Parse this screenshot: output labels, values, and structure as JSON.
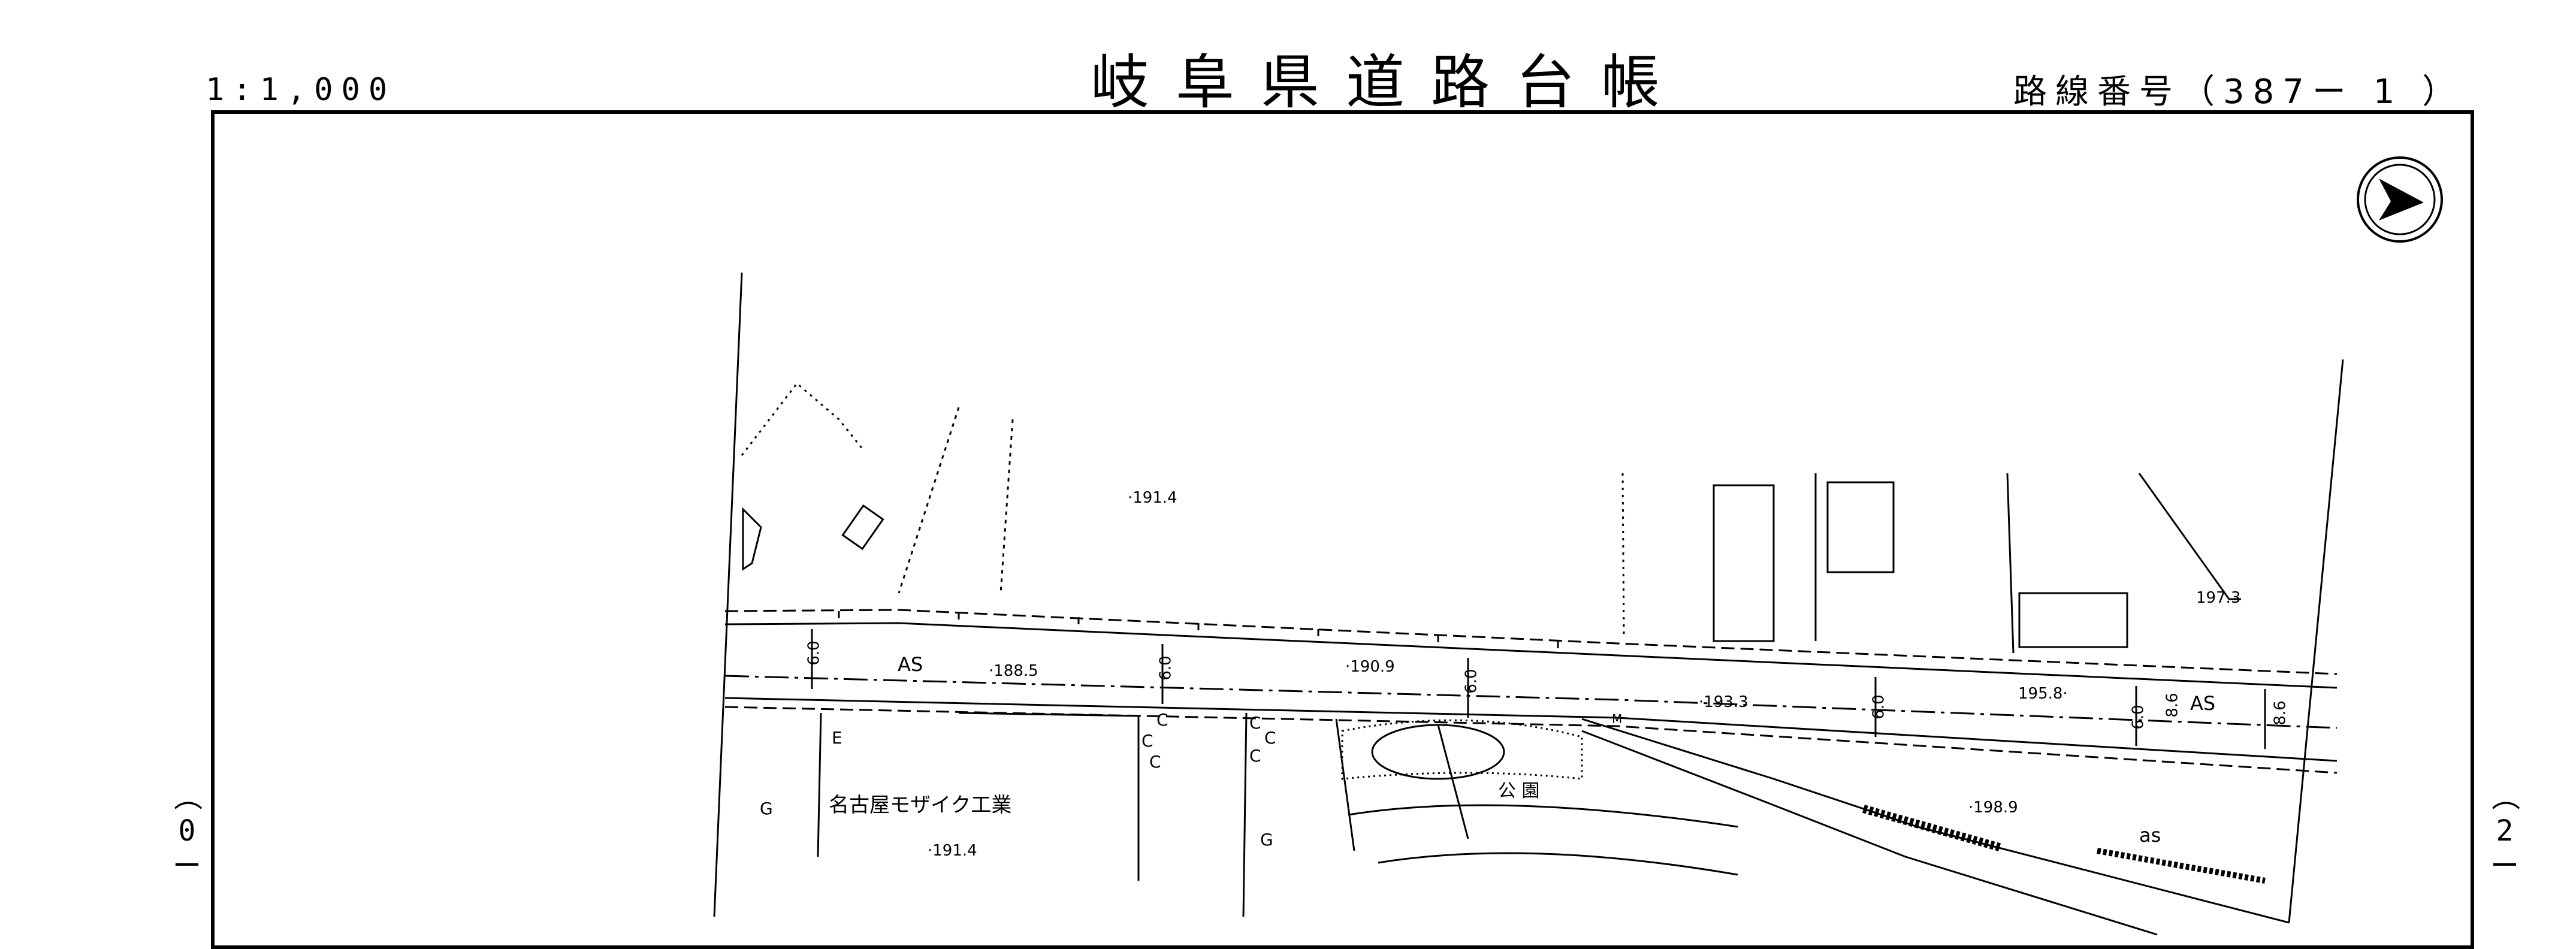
{
  "header": {
    "scale": "1:1,000",
    "title": "岐阜県道路台帳",
    "route_label": "路線番号（387ー 1 ）"
  },
  "sheet": {
    "left_marker": [
      "（",
      "0",
      "ー"
    ],
    "right_marker": [
      "（",
      "2",
      "ー"
    ]
  },
  "map": {
    "elevations": [
      "·191.4",
      "·188.5",
      "·190.9",
      "·193.3",
      "197.3",
      "195.8·",
      "·198.9",
      "·191.4"
    ],
    "widths": [
      "6.0",
      "6.0",
      "6.0",
      "6.0",
      "6.0",
      "8.6",
      "8.6"
    ],
    "surfaces": [
      "AS",
      "AS",
      "as"
    ],
    "places": {
      "company": "名古屋モザイク工業",
      "park": "公 園"
    },
    "symbols": [
      "G",
      "G",
      "E",
      "C",
      "C",
      "C",
      "C",
      "C",
      "C",
      "M"
    ],
    "north_arrow": "north-arrow"
  }
}
